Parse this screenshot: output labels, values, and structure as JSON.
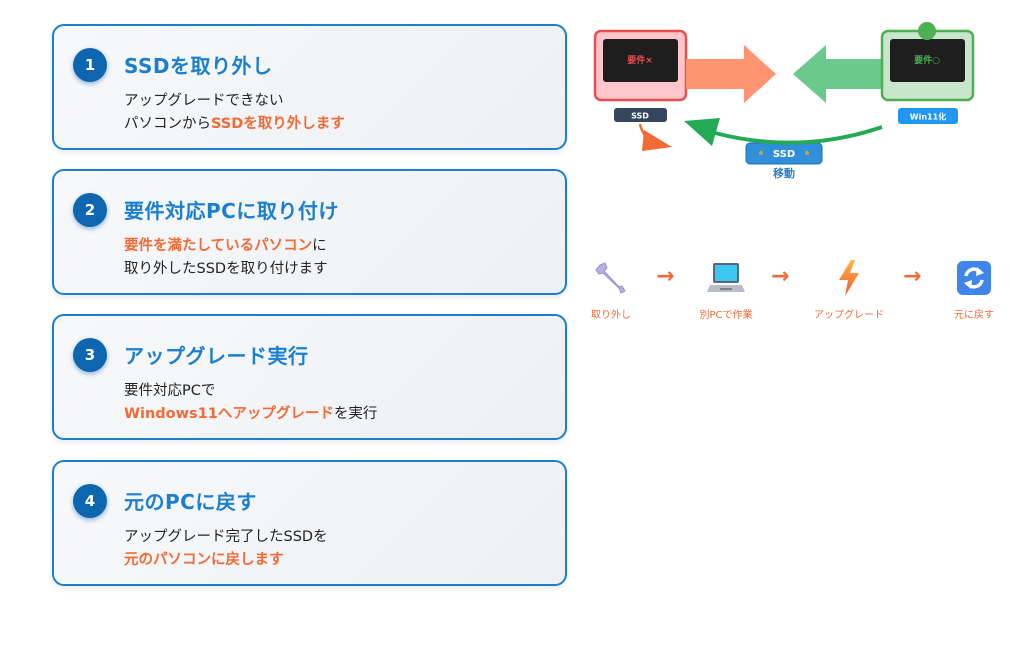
{
  "steps": [
    {
      "number": "1",
      "title": "SSDを取り外し",
      "line1": [
        {
          "text": "アップグレードできない",
          "hl": false
        }
      ],
      "line2": [
        {
          "text": "パソコンから",
          "hl": false
        },
        {
          "text": "SSDを取り外します",
          "hl": true
        }
      ]
    },
    {
      "number": "2",
      "title": "要件対応PCに取り付け",
      "line1": [
        {
          "text": "要件を満たしているパソコン",
          "hl": true
        },
        {
          "text": "に",
          "hl": false
        }
      ],
      "line2": [
        {
          "text": "取り外したSSDを取り付けます",
          "hl": false
        }
      ]
    },
    {
      "number": "3",
      "title": "アップグレード実行",
      "line1": [
        {
          "text": "要件対応PCで",
          "hl": false
        }
      ],
      "line2": [
        {
          "text": "Windows11へアップグレード",
          "hl": true
        },
        {
          "text": "を実行",
          "hl": false
        }
      ]
    },
    {
      "number": "4",
      "title": "元のPCに戻す",
      "line1": [
        {
          "text": "アップグレード完了したSSDを",
          "hl": false
        }
      ],
      "line2": [
        {
          "text": "元のパソコンに戻します",
          "hl": true
        }
      ]
    }
  ],
  "diagram": {
    "left_pc_screen": "要件×",
    "left_pc_tag": "SSD",
    "right_pc_screen": "要件○",
    "right_pc_tag": "Win11化",
    "ssd_chip": "SSD",
    "move_label": "移動"
  },
  "flow": [
    {
      "icon": "wrench-icon",
      "label": "取り外し"
    },
    {
      "icon": "laptop-icon",
      "label": "別PCで作業"
    },
    {
      "icon": "lightning-icon",
      "label": "アップグレード"
    },
    {
      "icon": "refresh-icon",
      "label": "元に戻す"
    }
  ],
  "flow_arrow": "→",
  "colors": {
    "accent_blue": "#1a7fd0",
    "highlight_orange": "#f26a35",
    "ok_green": "#4caf50",
    "ng_red": "#e84a4a"
  }
}
